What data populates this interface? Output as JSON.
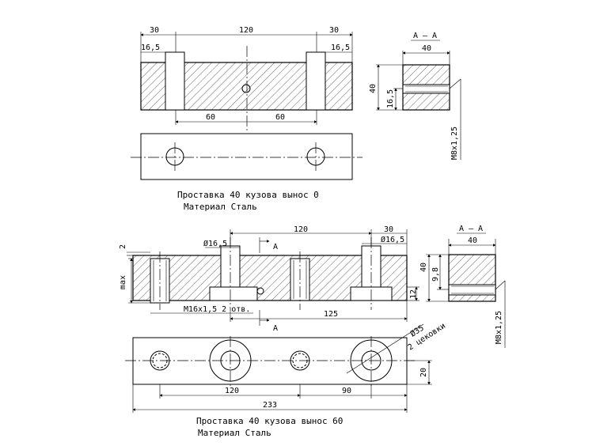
{
  "drawing1": {
    "caption_title": "Проставка 40 кузова вынос 0",
    "caption_material": "Материал Сталь",
    "dims": {
      "left30": "30",
      "top120": "120",
      "right30": "30",
      "left16_5": "16,5",
      "right16_5": "16,5",
      "bot60a": "60",
      "bot60b": "60"
    },
    "section": {
      "label": "А – А",
      "width": "40",
      "height": "40",
      "offset": "16,5",
      "thread": "М8х1,25"
    }
  },
  "drawing2": {
    "caption_title": "Проставка 40 кузова вынос 60",
    "caption_material": "Материал Сталь",
    "dims": {
      "top2": "2",
      "dia16_5_left": "Ø16,5",
      "dia16_5_right": "Ø16,5",
      "top120": "120",
      "top30": "30",
      "max": "max",
      "thread_m16": "М16х1,5 2 отв.",
      "d125": "125",
      "d12": "12",
      "cut_a_top": "А",
      "cut_a_bot": "А",
      "dia35": "Ø35",
      "counterbore": "2 цековки",
      "d120": "120",
      "d90": "90",
      "d233": "233",
      "d20": "20"
    },
    "section": {
      "label": "А – А",
      "width": "40",
      "height": "40",
      "offset": "9,8",
      "thread": "М8х1,25"
    }
  }
}
